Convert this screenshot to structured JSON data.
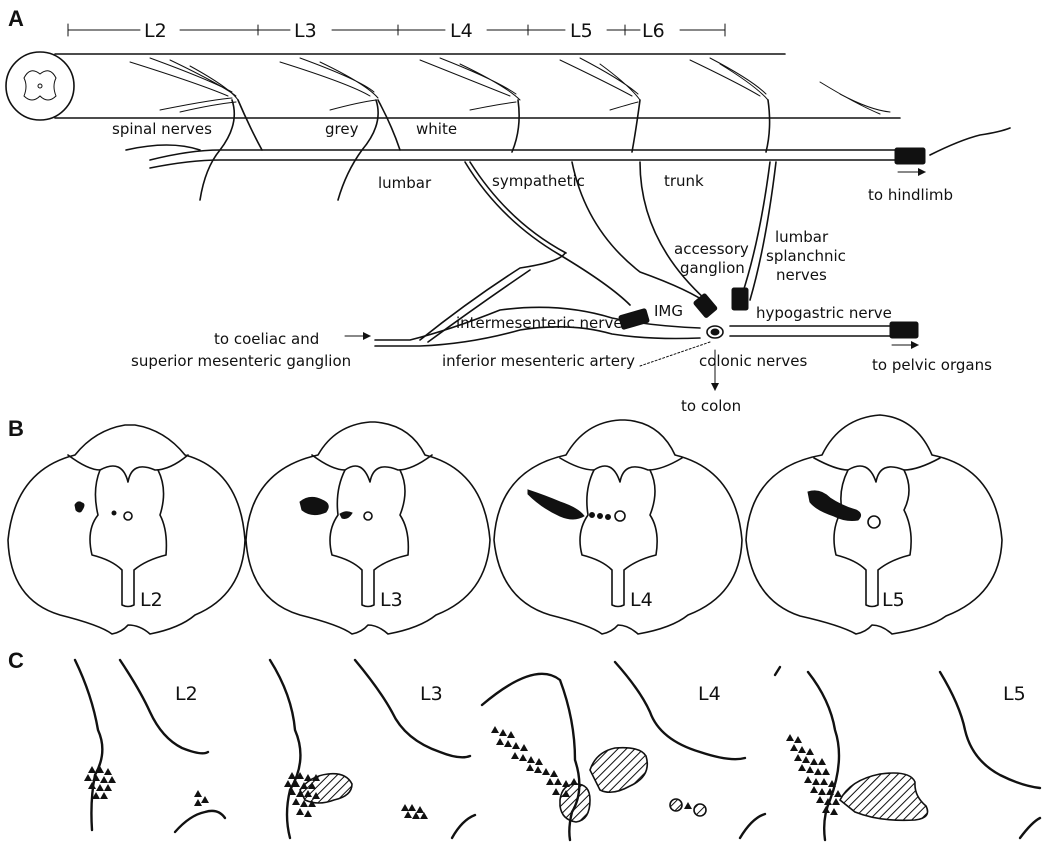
{
  "panels": {
    "a": "A",
    "b": "B",
    "c": "C"
  },
  "segment_ruler": [
    "L2",
    "L3",
    "L4",
    "L5",
    "L6"
  ],
  "labels_a": {
    "spinal_nerves": "spinal nerves",
    "grey": "grey",
    "white": "white",
    "lumbar": "lumbar",
    "sympathetic": "sympathetic",
    "trunk": "trunk",
    "to_hindlimb": "to hindlimb",
    "accessory_1": "accessory",
    "accessory_2": "ganglion",
    "lumbar_splanchnic_1": "lumbar",
    "lumbar_splanchnic_2": "splanchnic",
    "lumbar_splanchnic_3": "nerves",
    "img": "IMG",
    "intermesenteric_nerve": "intermesenteric nerve",
    "hypogastric_nerve": "hypogastric nerve",
    "to_coeliac_1": "to coeliac and",
    "to_coeliac_2": "superior mesenteric ganglion",
    "inferior_mesenteric_artery": "inferior mesenteric artery",
    "colonic_nerves": "colonic nerves",
    "to_pelvic_organs": "to pelvic organs",
    "to_colon": "to colon"
  },
  "sections_b": [
    "L2",
    "L3",
    "L4",
    "L5"
  ],
  "sections_c": [
    "L2",
    "L3",
    "L4",
    "L5"
  ]
}
